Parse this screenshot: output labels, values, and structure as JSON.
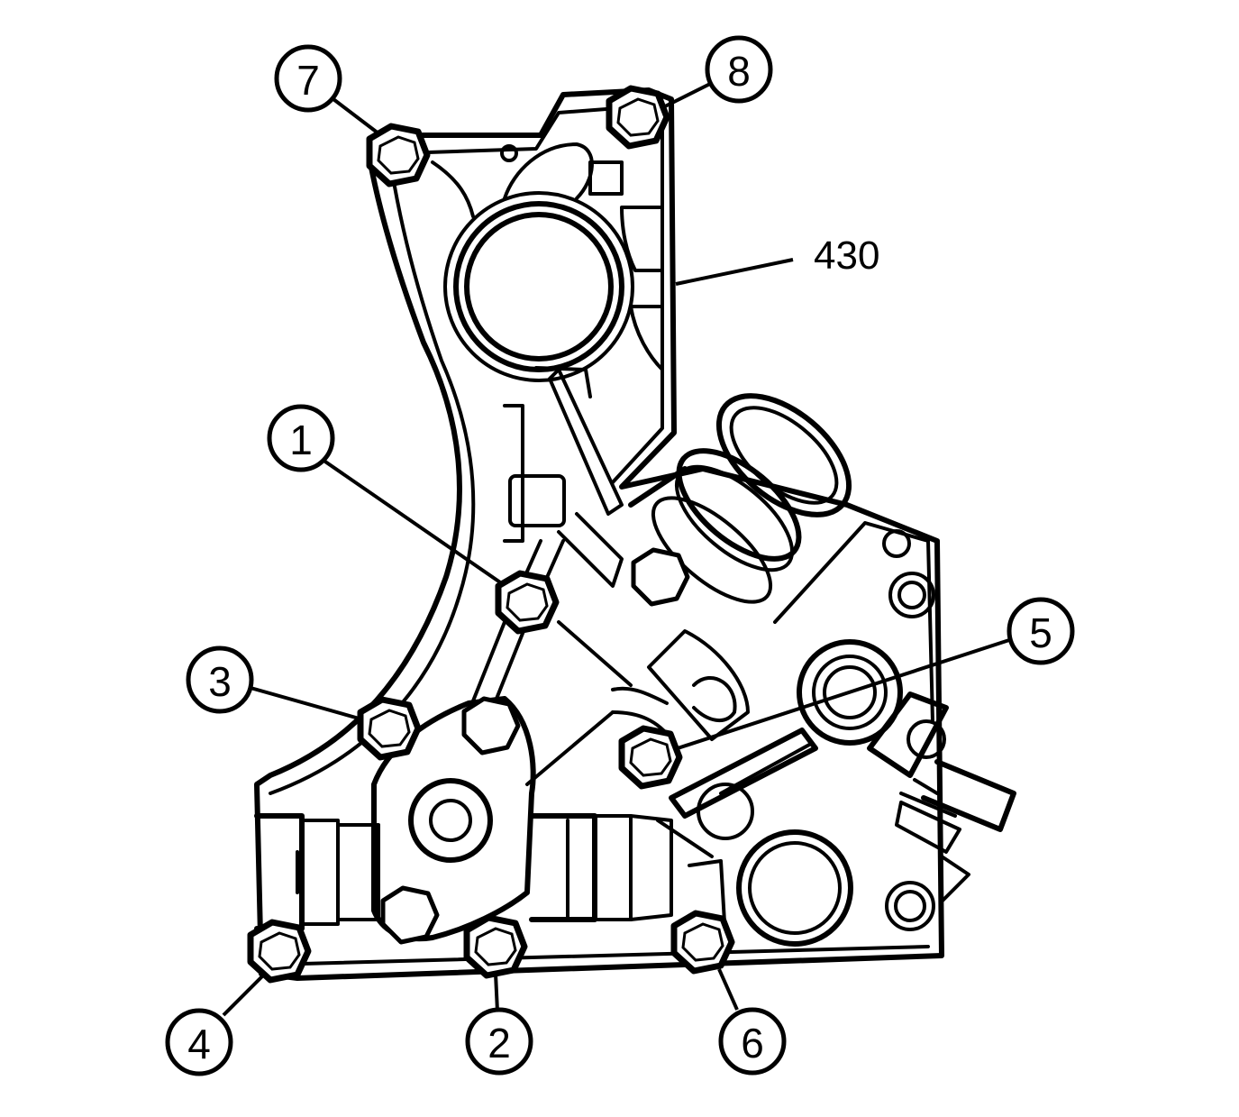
{
  "part_label": "430",
  "callouts": [
    "1",
    "2",
    "3",
    "4",
    "5",
    "6",
    "7",
    "8"
  ],
  "ink_color": "#000000",
  "background_color": "#ffffff"
}
